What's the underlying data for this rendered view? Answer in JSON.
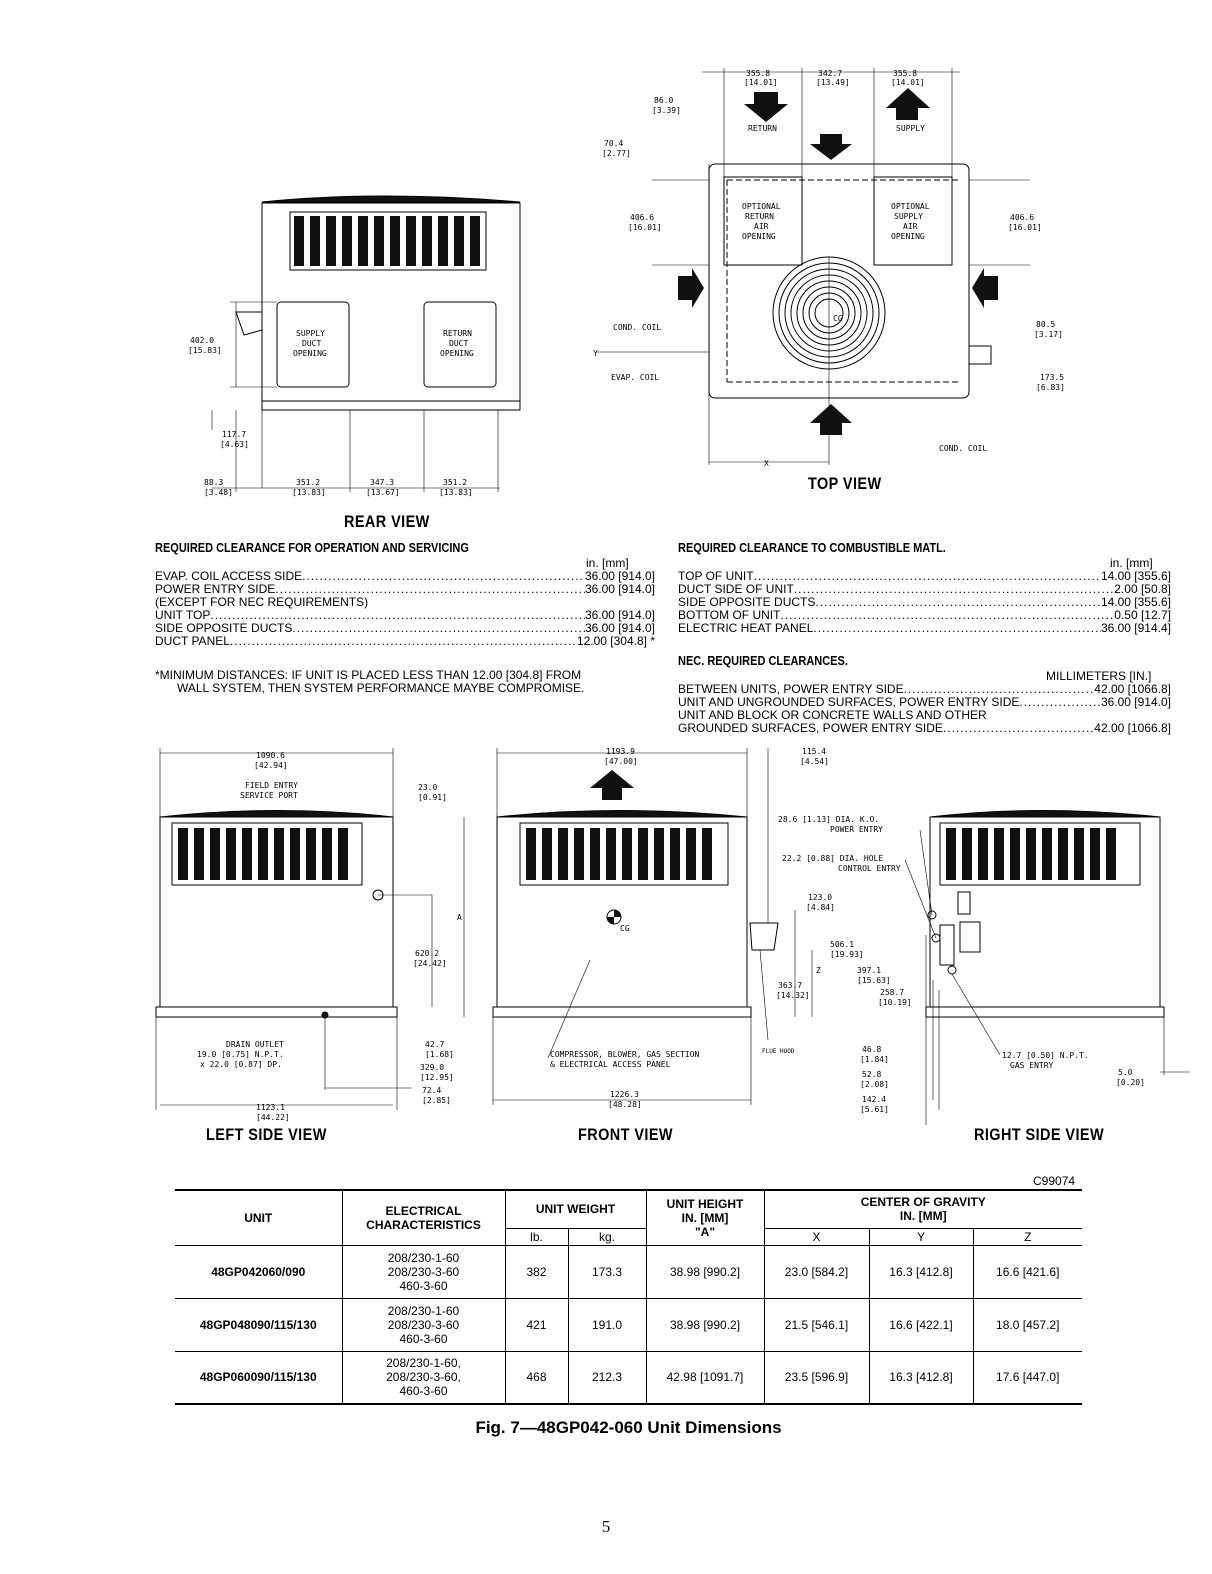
{
  "views": {
    "rear": "REAR VIEW",
    "top": "TOP VIEW",
    "left_side": "LEFT SIDE VIEW",
    "front": "FRONT VIEW",
    "right_side": "RIGHT SIDE VIEW"
  },
  "top_view_labels": {
    "return": "RETURN",
    "supply": "SUPPLY",
    "optional_return": [
      "OPTIONAL",
      "RETURN",
      "AIR",
      "OPENING"
    ],
    "optional_supply": [
      "OPTIONAL",
      "SUPPLY",
      "AIR",
      "OPENING"
    ],
    "cond_coil": "COND. COIL",
    "evap_coil": "EVAP. COIL",
    "cond_coil_2": "COND. COIL",
    "cg": "CG",
    "x": "X",
    "y": "Y",
    "dims": {
      "d1": [
        "355.8",
        "[14.01]"
      ],
      "d2": [
        "342.7",
        "[13.49]"
      ],
      "d3": [
        "355.8",
        "[14.01]"
      ],
      "d4": [
        "86.0",
        "[3.39]"
      ],
      "d5": [
        "70.4",
        "[2.77]"
      ],
      "d6": [
        "406.6",
        "[16.01]"
      ],
      "d7": [
        "406.6",
        "[16.01]"
      ],
      "d8": [
        "80.5",
        "[3.17]"
      ],
      "d9": [
        "173.5",
        "[6.83]"
      ]
    }
  },
  "rear_view_labels": {
    "supply_duct": [
      "SUPPLY",
      "DUCT",
      "OPENING"
    ],
    "return_duct": [
      "RETURN",
      "DUCT",
      "OPENING"
    ],
    "dims": {
      "h1": [
        "402.0",
        "[15.83]"
      ],
      "h2": [
        "117.7",
        "[4.63]"
      ],
      "b1": [
        "88.3",
        "[3.48]"
      ],
      "b2": [
        "351.2",
        "[13.83]"
      ],
      "b3": [
        "347.3",
        "[13.67]"
      ],
      "b4": [
        "351.2",
        "[13.83]"
      ]
    }
  },
  "clearance_operation": {
    "heading": "REQUIRED CLEARANCE FOR OPERATION AND SERVICING",
    "units": "in. [mm]",
    "rows": [
      {
        "label": "EVAP. COIL ACCESS SIDE",
        "value": "36.00 [914.0]"
      },
      {
        "label": "POWER ENTRY SIDE",
        "value": "36.00 [914.0]"
      },
      {
        "label": "(EXCEPT FOR NEC REQUIREMENTS)",
        "value": ""
      },
      {
        "label": "UNIT TOP",
        "value": "36.00 [914.0]"
      },
      {
        "label": "SIDE OPPOSITE DUCTS",
        "value": "36.00 [914.0]"
      },
      {
        "label": "DUCT PANEL",
        "value": "12.00 [304.8]  *"
      }
    ],
    "note_1": "*MINIMUM DISTANCES:  IF UNIT IS PLACED LESS THAN 12.00 [304.8] FROM",
    "note_2": "WALL SYSTEM, THEN SYSTEM PERFORMANCE MAYBE COMPROMISE."
  },
  "clearance_combustible": {
    "heading": "REQUIRED CLEARANCE TO COMBUSTIBLE MATL.",
    "units": "in. [mm]",
    "rows": [
      {
        "label": "TOP OF UNIT",
        "value": "14.00 [355.6]"
      },
      {
        "label": "DUCT SIDE OF UNIT",
        "value": "2.00 [50.8]"
      },
      {
        "label": "SIDE OPPOSITE DUCTS",
        "value": "14.00 [355.6]"
      },
      {
        "label": "BOTTOM OF UNIT",
        "value": "0.50 [12.7]"
      },
      {
        "label": "ELECTRIC HEAT PANEL",
        "value": "36.00 [914.4]"
      }
    ]
  },
  "nec_clearance": {
    "heading": "NEC. REQUIRED CLEARANCES.",
    "units": "MILLIMETERS [IN.]",
    "rows": [
      {
        "label": "BETWEEN UNITS, POWER ENTRY SIDE",
        "value": "42.00 [1066.8]"
      },
      {
        "label": "UNIT AND UNGROUNDED SURFACES, POWER ENTRY SIDE",
        "value": "36.00 [914.0]"
      },
      {
        "label": "UNIT AND BLOCK OR CONCRETE WALLS AND OTHER",
        "value": ""
      },
      {
        "label": "GROUNDED SURFACES, POWER ENTRY SIDE",
        "value": "42.00 [1066.8]"
      }
    ]
  },
  "lower_labels": {
    "field_entry": [
      "FIELD ENTRY",
      "SERVICE PORT"
    ],
    "drain": [
      "DRAIN OUTLET",
      "19.0 [0.75] N.P.T.",
      "x 22.0 [0.87] DP."
    ],
    "compressor": [
      "COMPRESSOR, BLOWER, GAS SECTION",
      "& ELECTRICAL ACCESS PANEL"
    ],
    "power_entry": [
      "28.6 [1.13] DIA. K.O.",
      "POWER ENTRY"
    ],
    "control_entry": [
      "22.2 [0.88] DIA. HOLE",
      "CONTROL ENTRY"
    ],
    "flue_hood": "FLUE HOOD",
    "gas_entry": [
      "12.7 [0.50] N.P.T.",
      "GAS ENTRY"
    ],
    "a": "A",
    "z": "Z",
    "cg": "CG",
    "dims": {
      "l1": [
        "1090.6",
        "[42.94]"
      ],
      "l2": [
        "23.0",
        "[0.91]"
      ],
      "l3": [
        "620.2",
        "[24.42]"
      ],
      "l4": [
        "42.7",
        "[1.68]"
      ],
      "l5": [
        "329.0",
        "[12.95]"
      ],
      "l6": [
        "72.4",
        "[2.85]"
      ],
      "l7": [
        "1123.1",
        "[44.22]"
      ],
      "f1": [
        "1193.9",
        "[47.00]"
      ],
      "f2": [
        "115.4",
        "[4.54]"
      ],
      "f3": [
        "123.0",
        "[4.84]"
      ],
      "f4": [
        "363.7",
        "[14.32]"
      ],
      "f5": [
        "1226.3",
        "[48.28]"
      ],
      "r1": [
        "506.1",
        "[19.93]"
      ],
      "r2": [
        "397.1",
        "[15.63]"
      ],
      "r3": [
        "258.7",
        "[10.19]"
      ],
      "r4": [
        "46.8",
        "[1.84]"
      ],
      "r5": [
        "52.8",
        "[2.08]"
      ],
      "r6": [
        "142.4",
        "[5.61]"
      ],
      "r7": [
        "5.0",
        "[0.20]"
      ]
    }
  },
  "drawing_code": "C99074",
  "table": {
    "headers": {
      "unit": "UNIT",
      "electrical": [
        "ELECTRICAL",
        "CHARACTERISTICS"
      ],
      "weight": "UNIT WEIGHT",
      "height": [
        "UNIT HEIGHT",
        "IN. [MM]",
        "\"A\""
      ],
      "cog": [
        "CENTER OF GRAVITY",
        "IN. [MM]"
      ],
      "lb": "lb.",
      "kg": "kg.",
      "x": "X",
      "y": "Y",
      "z": "Z"
    },
    "rows": [
      {
        "unit": "48GP042060/090",
        "elec": [
          "208/230-1-60",
          "208/230-3-60",
          "460-3-60"
        ],
        "lb": "382",
        "kg": "173.3",
        "height": "38.98 [990.2]",
        "x": "23.0 [584.2]",
        "y": "16.3 [412.8]",
        "z": "16.6 [421.6]"
      },
      {
        "unit": "48GP048090/115/130",
        "elec": [
          "208/230-1-60",
          "208/230-3-60",
          "460-3-60"
        ],
        "lb": "421",
        "kg": "191.0",
        "height": "38.98 [990.2]",
        "x": "21.5 [546.1]",
        "y": "16.6 [422.1]",
        "z": "18.0 [457.2]"
      },
      {
        "unit": "48GP060090/115/130",
        "elec": [
          "208/230-1-60,",
          "208/230-3-60,",
          "460-3-60"
        ],
        "lb": "468",
        "kg": "212.3",
        "height": "42.98 [1091.7]",
        "x": "23.5 [596.9]",
        "y": "16.3 [412.8]",
        "z": "17.6 [447.0]"
      }
    ]
  },
  "caption": "Fig. 7—48GP042-060 Unit Dimensions",
  "page_number": "5"
}
